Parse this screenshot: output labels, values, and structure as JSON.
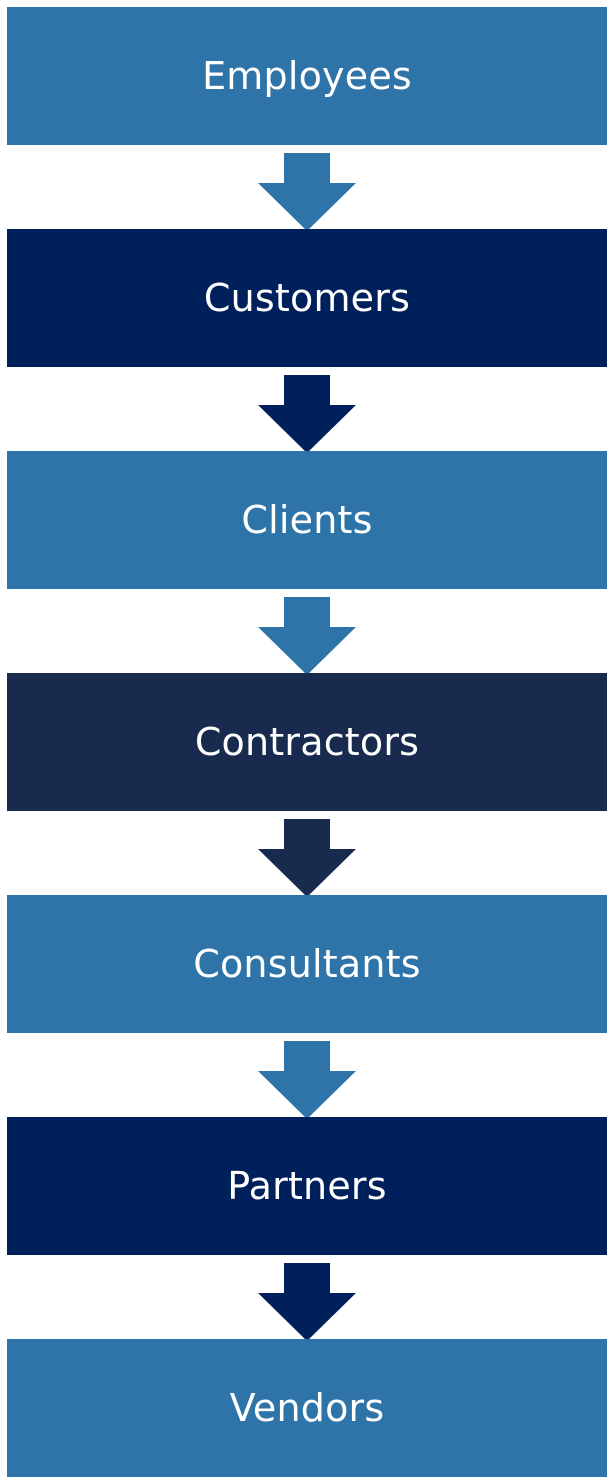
{
  "diagram": {
    "steps": [
      {
        "label": "Employees",
        "color": "#2e74a8"
      },
      {
        "label": "Customers",
        "color": "#00205c"
      },
      {
        "label": "Clients",
        "color": "#2e74a8"
      },
      {
        "label": "Contractors",
        "color": "#182b4f"
      },
      {
        "label": "Consultants",
        "color": "#2e74a8"
      },
      {
        "label": "Partners",
        "color": "#00205c"
      },
      {
        "label": "Vendors",
        "color": "#2e74a8"
      }
    ]
  }
}
